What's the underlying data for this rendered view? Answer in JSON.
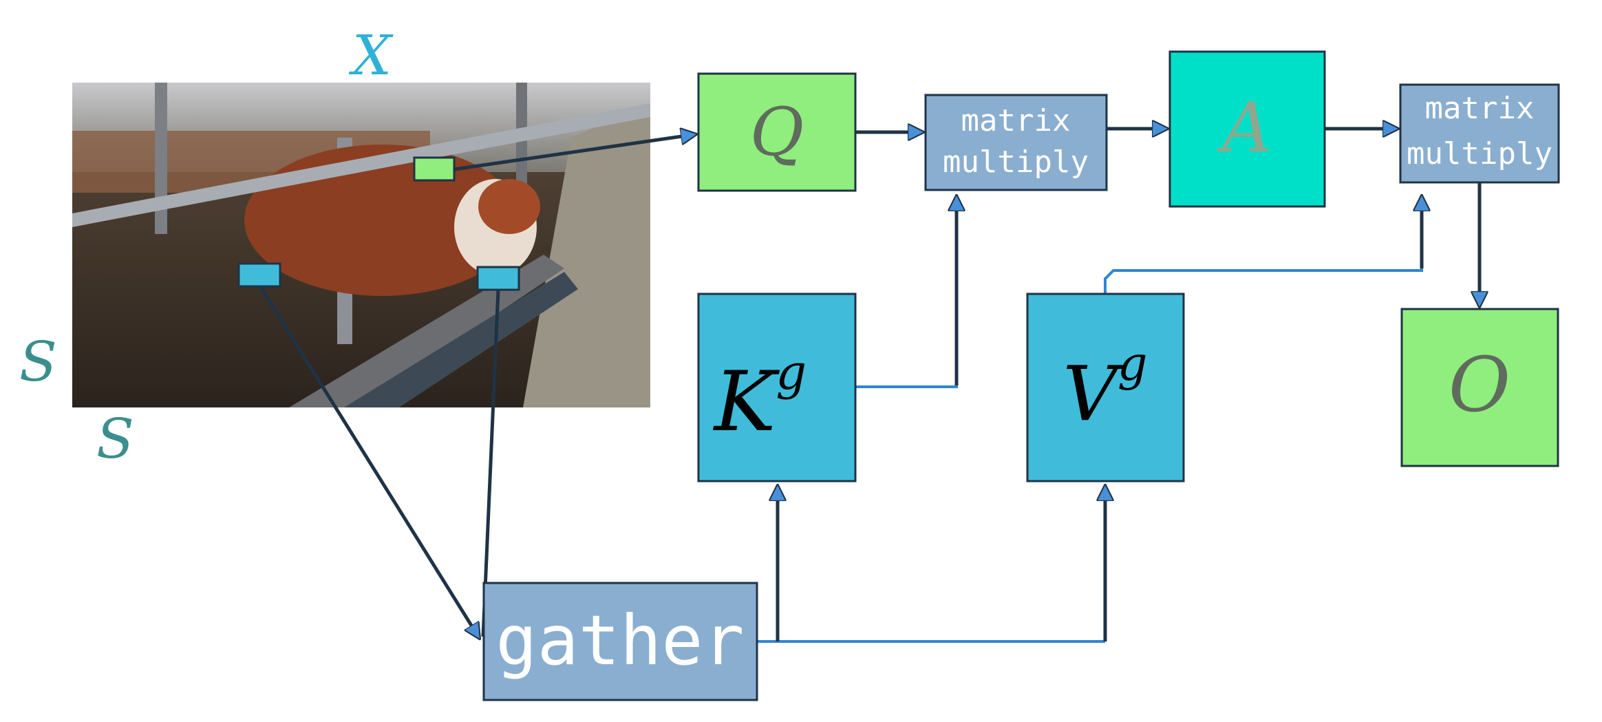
{
  "image": {
    "axis_top": "X",
    "axis_left": "S",
    "axis_bottom": "S",
    "description_icon": "cattle-barn-photo"
  },
  "nodes": {
    "q": {
      "label": "Q",
      "color": "#90ee7e"
    },
    "mm1": {
      "line1": "matrix",
      "line2": "multiply",
      "color": "#8aaed0"
    },
    "a": {
      "label": "A",
      "color": "#00e0c8"
    },
    "mm2": {
      "line1": "matrix",
      "line2": "multiply",
      "color": "#8aaed0"
    },
    "o": {
      "label": "O",
      "color": "#90ee7e"
    },
    "kg": {
      "base": "K",
      "sup": "g",
      "color": "#40bcda"
    },
    "vg": {
      "base": "V",
      "sup": "g",
      "color": "#40bcda"
    },
    "gather": {
      "label": "gather",
      "color": "#8aaed0"
    }
  }
}
